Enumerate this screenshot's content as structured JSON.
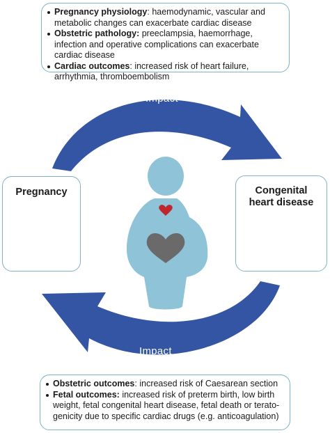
{
  "top_note": {
    "items": [
      {
        "bold": "Pregnancy physiology",
        "rest": ": haemodynamic, vascular and metabolic changes can exacerbate cardiac disease"
      },
      {
        "bold": "Obstetric pathology:",
        "rest": " preeclampsia, haemorrhage, infection and operative complications can exacerbate cardiac disease"
      },
      {
        "bold": "Cardiac outcomes",
        "rest": ": increased risk of heart failure, arrhythmia, thromboembolism"
      }
    ]
  },
  "bottom_note": {
    "items": [
      {
        "bold": "Obstetric outcomes",
        "rest": ": increased risk of Caesarean section"
      },
      {
        "bold": "Fetal outcomes:",
        "rest": " increased risk of preterm birth, low birth weight, fetal congenital heart disease, fetal death or terato­genicity due to specific cardiac drugs (e.g. anticoagulation)"
      }
    ]
  },
  "left_panel": {
    "title": "Pregnancy",
    "icon": "fetus-in-womb-icon"
  },
  "right_panel": {
    "title": "Congenital heart disease",
    "icon": "broken-heart-icon"
  },
  "arrows": {
    "top_label": "Impact",
    "bottom_label": "Impact"
  },
  "colors": {
    "arrow_blue": "#3355a3",
    "box_border": "#7fb2c5",
    "figure_light_blue": "#8ec3d8",
    "heart_red": "#c0262d",
    "heart_grey": "#6a6a6a",
    "icon_grey": "#5a5a5a"
  }
}
